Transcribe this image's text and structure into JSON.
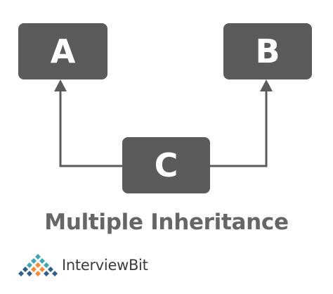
{
  "diagram": {
    "nodes": {
      "a": "A",
      "b": "B",
      "c": "C"
    },
    "edges": [
      {
        "from": "C",
        "to": "A"
      },
      {
        "from": "C",
        "to": "B"
      }
    ],
    "caption": "Multiple Inheritance"
  },
  "brand": {
    "name": "InterviewBit",
    "logo_icon": "diamond-grid-logo-icon"
  },
  "colors": {
    "node_fill": "#5b5b5b",
    "node_text": "#ffffff",
    "connector": "#5b5b5b",
    "caption_text": "#666666",
    "brand_text": "#3c3c3c",
    "logo_teal": "#3aa7b5",
    "logo_orange": "#f08c3a",
    "logo_blue": "#2f5f8f"
  }
}
